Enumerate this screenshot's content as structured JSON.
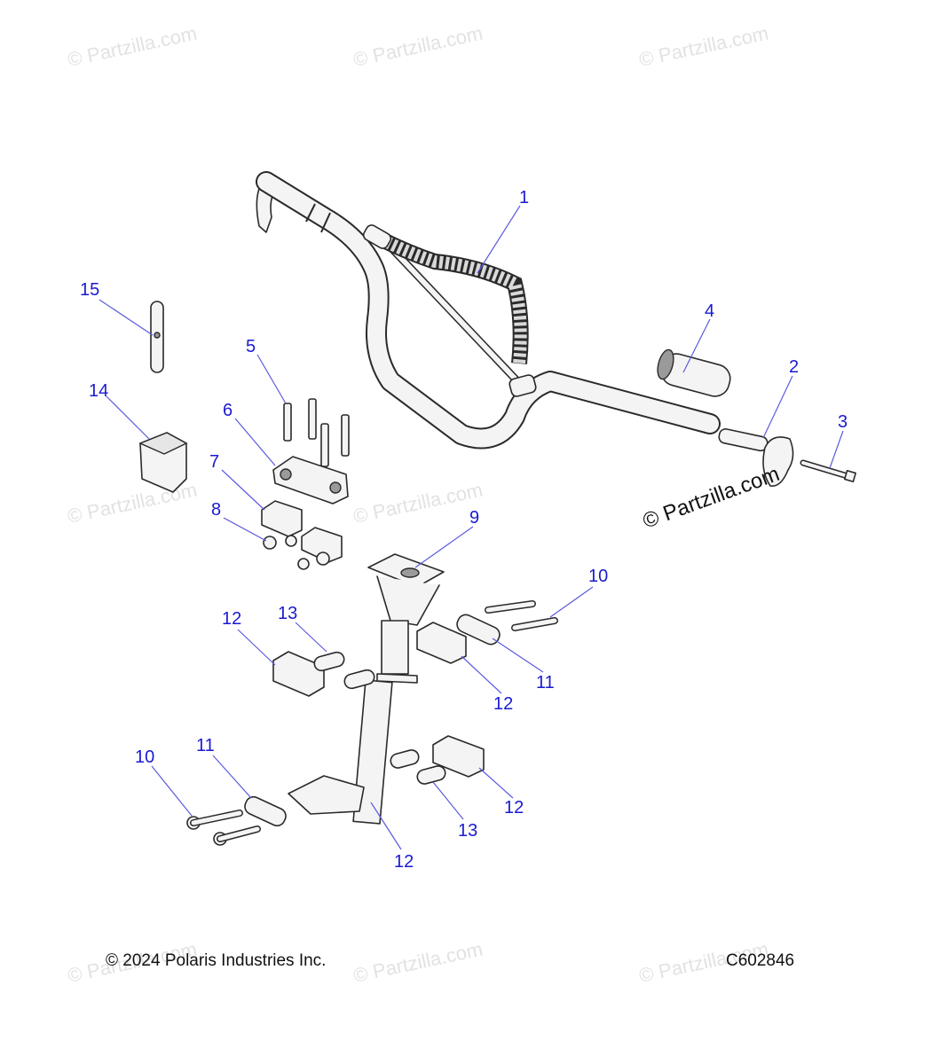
{
  "footer": {
    "copyright": "© 2024 Polaris Industries Inc.",
    "diagram_id": "C602846"
  },
  "watermark": {
    "text": "© Partzilla.com",
    "prominent_text": "© Partzilla.com"
  },
  "callouts": {
    "c1": "1",
    "c2": "2",
    "c3": "3",
    "c4": "4",
    "c5": "5",
    "c6": "6",
    "c7": "7",
    "c8": "8",
    "c9": "9",
    "c10a": "10",
    "c10b": "10",
    "c11a": "11",
    "c11b": "11",
    "c12a": "12",
    "c12b": "12",
    "c12c": "12",
    "c12d": "12",
    "c13a": "13",
    "c13b": "13",
    "c14": "14",
    "c15": "15"
  },
  "colors": {
    "callout_text": "#1a1ad0",
    "leader_line": "#5a5ae0",
    "watermark": "#e2e2e2"
  }
}
